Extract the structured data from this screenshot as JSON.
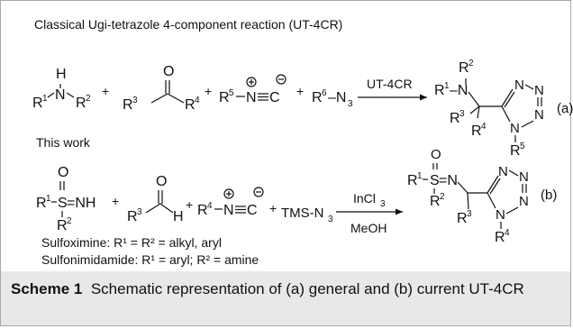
{
  "heading_classical": "Classical Ugi-tetrazole 4-component reaction (UT-4CR)",
  "heading_this_work": "This work",
  "reaction_a": {
    "amine_H": "H",
    "amine_N": "N",
    "R1": "R",
    "R1_sub": "1",
    "R2": "R",
    "R2_sub": "2",
    "R3": "R",
    "R3_sub": "3",
    "R4": "R",
    "R4_sub": "4",
    "R5": "R",
    "R5_sub": "5",
    "R6": "R",
    "R6_sub": "6",
    "carbonyl_O": "O",
    "isocyanide_N": "N",
    "isocyanide_C": "C",
    "azide": "–N",
    "azide_sub": "3",
    "plus": "+",
    "arrow_label": "UT-4CR",
    "product_R1N": "–N",
    "product_label": "(a)",
    "tetrazole_N": "N"
  },
  "reaction_b": {
    "S": "S",
    "O": "O",
    "NH": "=NH",
    "sulf_N": "=N",
    "R": "R",
    "aldehyde_H": "H",
    "TMS_azide": "TMS-N",
    "azide_sub": "3",
    "arrow_top": "InCl",
    "arrow_top_sub": "3",
    "arrow_bottom": "MeOH",
    "product_label": "(b)",
    "tetrazole_N": "N",
    "plus": "+"
  },
  "notes": [
    "Sulfoximine: R¹ = R² = alkyl, aryl",
    "Sulfonimidamide: R¹ = aryl; R² = amine"
  ],
  "caption": {
    "label": "Scheme 1",
    "text": "Schematic representation of (a) general and (b) current UT-4CR"
  }
}
